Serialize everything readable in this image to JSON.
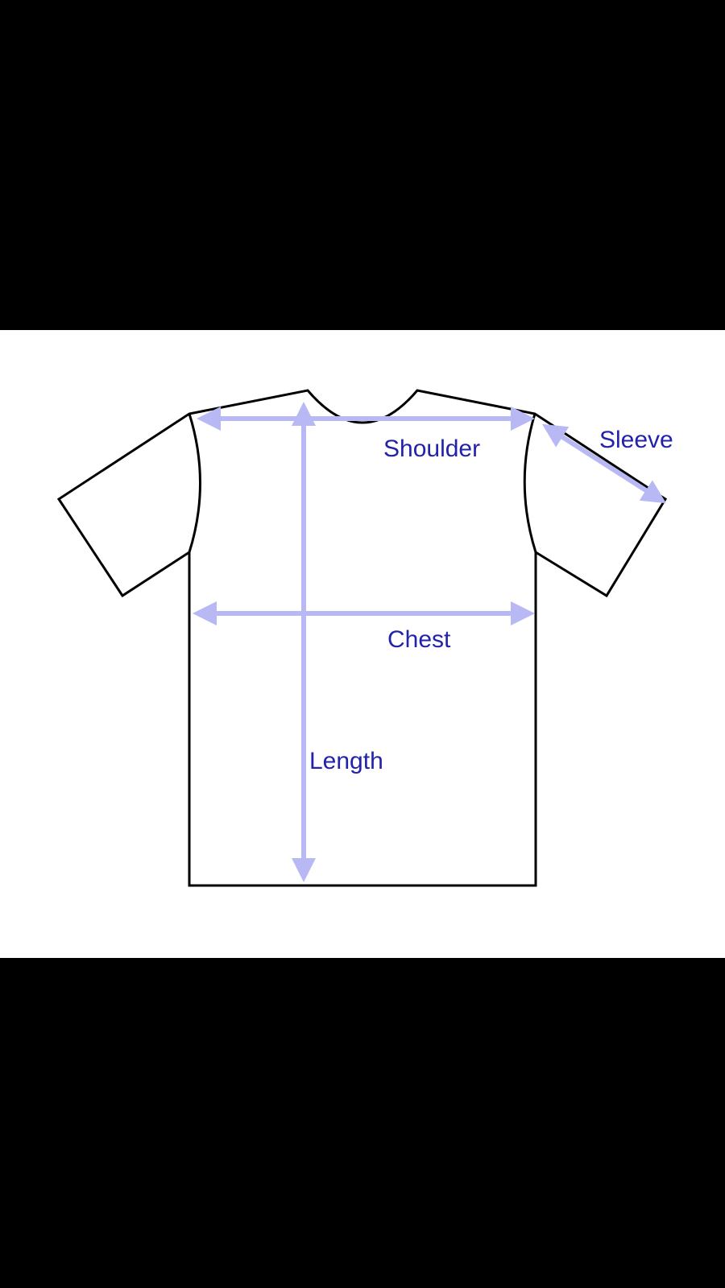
{
  "diagram": {
    "labels": {
      "shoulder": "Shoulder",
      "sleeve": "Sleeve",
      "chest": "Chest",
      "length": "Length"
    },
    "colors": {
      "background": "#ffffff",
      "letterbox": "#000000",
      "outline": "#000000",
      "arrow": "#b8b8f4",
      "label_text": "#2222aa"
    },
    "shirt_type": "t-shirt"
  }
}
